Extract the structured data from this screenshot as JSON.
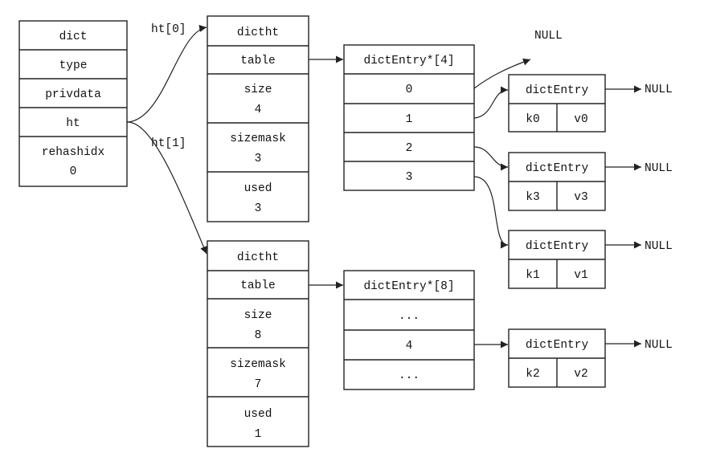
{
  "dict": {
    "title": "dict",
    "type": "type",
    "privdata": "privdata",
    "ht": "ht",
    "rehashidx_label": "rehashidx",
    "rehashidx_value": "0"
  },
  "labels": {
    "ht0": "ht[0]",
    "ht1": "ht[1]",
    "null": "NULL"
  },
  "ht0": {
    "title": "dictht",
    "table": "table",
    "size_label": "size",
    "size_value": "4",
    "sizemask_label": "sizemask",
    "sizemask_value": "3",
    "used_label": "used",
    "used_value": "3"
  },
  "ht1": {
    "title": "dictht",
    "table": "table",
    "size_label": "size",
    "size_value": "8",
    "sizemask_label": "sizemask",
    "sizemask_value": "7",
    "used_label": "used",
    "used_value": "1"
  },
  "array0": {
    "title": "dictEntry*[4]",
    "slots": [
      "0",
      "1",
      "2",
      "3"
    ]
  },
  "array1": {
    "title": "dictEntry*[8]",
    "slots": [
      "...",
      "4",
      "..."
    ]
  },
  "entries": {
    "e0": {
      "title": "dictEntry",
      "key": "k0",
      "value": "v0"
    },
    "e3": {
      "title": "dictEntry",
      "key": "k3",
      "value": "v3"
    },
    "e1": {
      "title": "dictEntry",
      "key": "k1",
      "value": "v1"
    },
    "e2": {
      "title": "dictEntry",
      "key": "k2",
      "value": "v2"
    }
  }
}
